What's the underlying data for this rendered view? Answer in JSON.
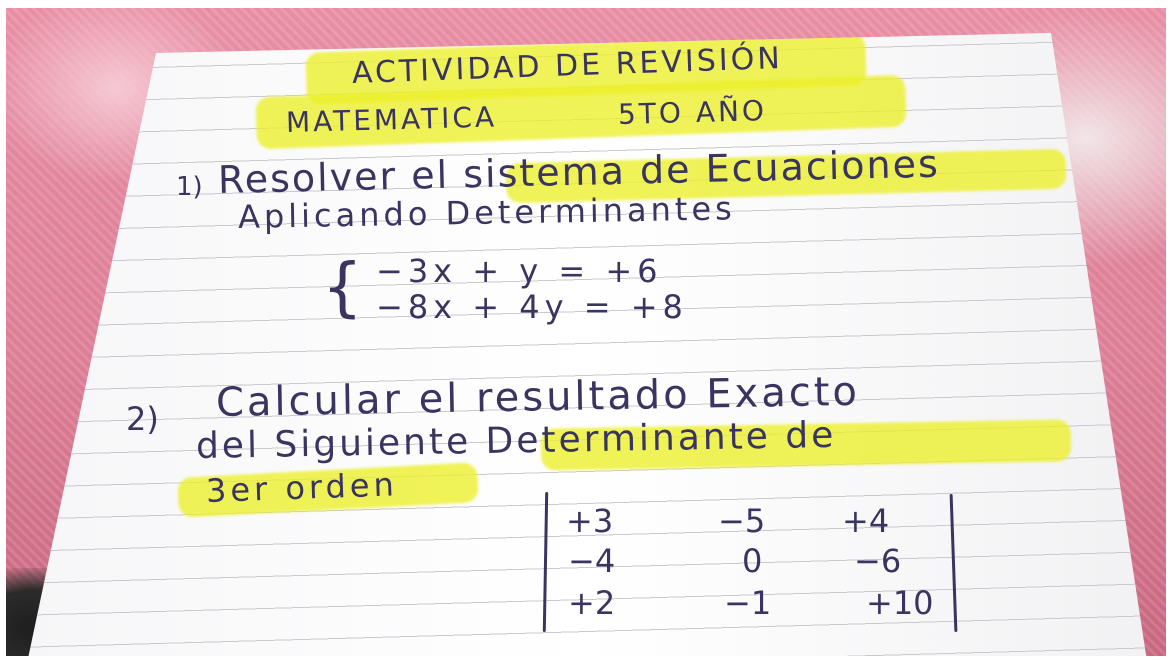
{
  "title": {
    "line1": "ACTIVIDAD DE REVISIÓN",
    "line2_left": "MATEMATICA",
    "line2_right": "5TO AÑO"
  },
  "problem1": {
    "line1_prefix": "1)",
    "line1": "Resolver el sistema de Ecuaciones",
    "line2": "Aplicando Determinantes",
    "equations": [
      "−3x + y = +6",
      "−8x + 4y = +8"
    ]
  },
  "problem2": {
    "line1_prefix": "2)",
    "line1": "Calcular el resultado Exacto",
    "line2": "del Siguiente Determinante de",
    "line3": "3er orden",
    "matrix": [
      [
        "+3",
        "−5",
        "+4"
      ],
      [
        "−4",
        "0",
        "−6"
      ],
      [
        "+2",
        "−1",
        "+10"
      ]
    ]
  },
  "colors": {
    "ink": "#3a3560",
    "highlighter": "#ecf028",
    "background": "#e88ea4"
  }
}
